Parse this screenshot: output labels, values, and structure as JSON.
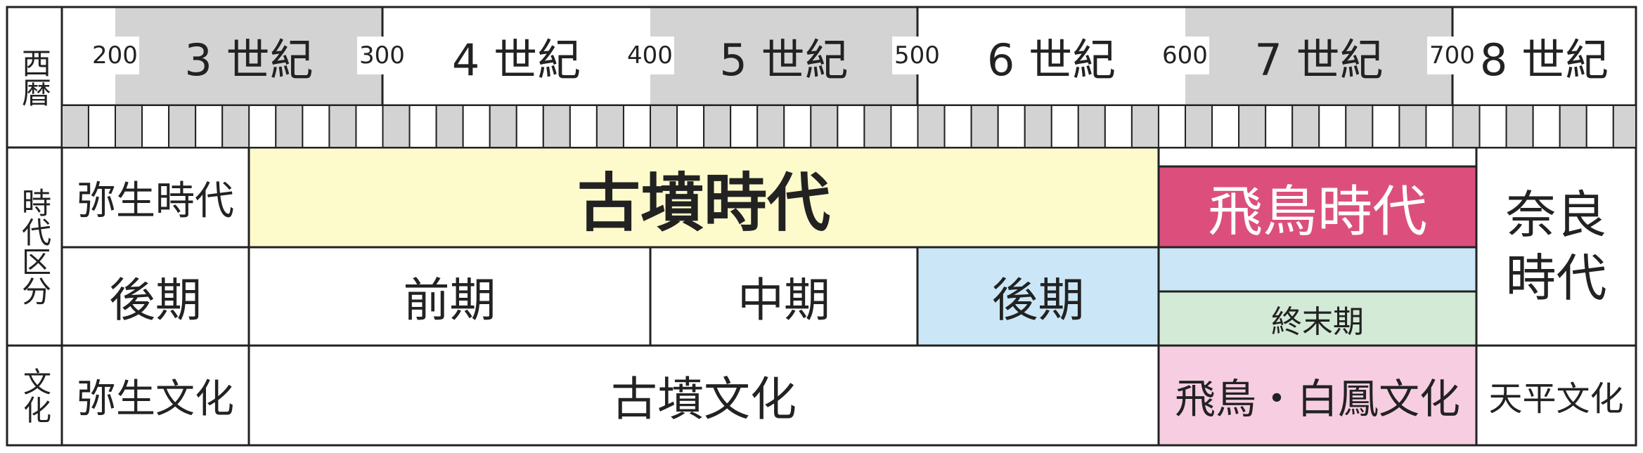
{
  "row_headers": {
    "western_calendar": "西暦",
    "period_division": "時代区分",
    "culture": "文化"
  },
  "years": [
    "200",
    "300",
    "400",
    "500",
    "600",
    "700"
  ],
  "centuries": [
    "3 世紀",
    "4 世紀",
    "5 世紀",
    "6 世紀",
    "7 世紀",
    "8 世紀"
  ],
  "eras": {
    "yayoi": "弥生時代",
    "kofun": "古墳時代",
    "asuka": "飛鳥時代",
    "nara": "奈良時代"
  },
  "nara_lines": [
    "奈良",
    "時代"
  ],
  "subperiods": {
    "yayoi_late": "後期",
    "early": "前期",
    "middle": "中期",
    "late": "後期",
    "terminal": "終末期"
  },
  "cultures": {
    "yayoi": "弥生文化",
    "kofun": "古墳文化",
    "asuka_hakuho": "飛鳥・白鳳文化",
    "tenpyo": "天平文化"
  },
  "colors": {
    "gray": "#d3d3d3",
    "kofun_yellow": "#fdfbcc",
    "asuka_pink": "#dc4f7c",
    "late_blue": "#cbe7f7",
    "terminal_green": "#d3ead6",
    "asuka_culture_pink": "#f7cde1"
  }
}
